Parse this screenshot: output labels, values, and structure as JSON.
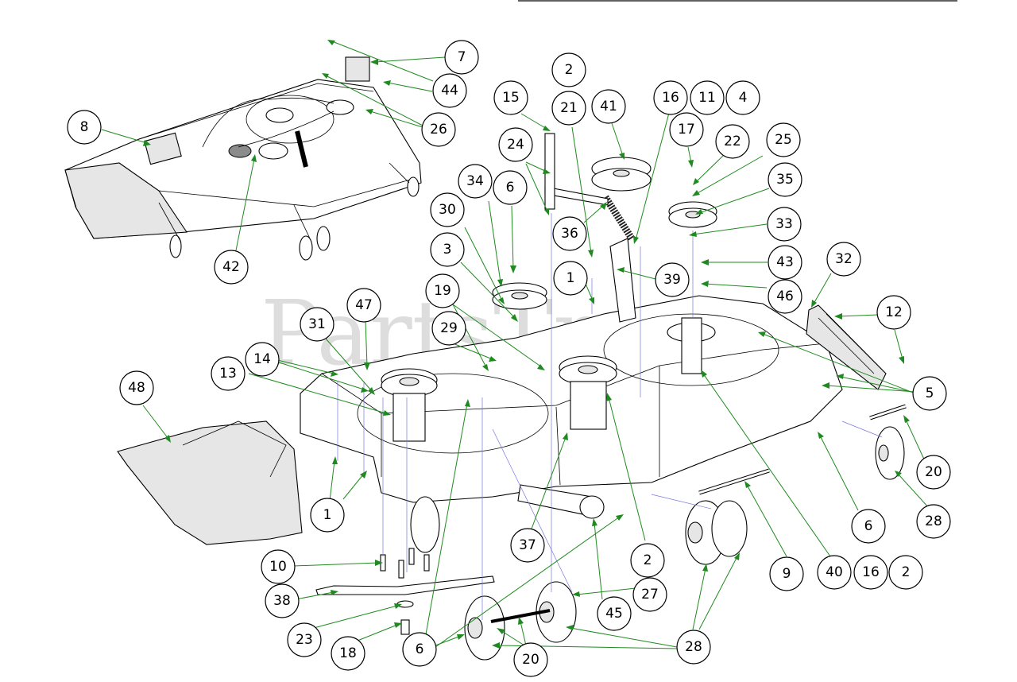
{
  "diagram": {
    "watermark": "PartsTree",
    "accent_color": "#1f8a1f",
    "callouts": [
      {
        "id": "c7",
        "label": "7"
      },
      {
        "id": "c44",
        "label": "44"
      },
      {
        "id": "c26",
        "label": "26"
      },
      {
        "id": "c8",
        "label": "8"
      },
      {
        "id": "c42",
        "label": "42"
      },
      {
        "id": "c2a",
        "label": "2"
      },
      {
        "id": "c15",
        "label": "15"
      },
      {
        "id": "c21",
        "label": "21"
      },
      {
        "id": "c41",
        "label": "41"
      },
      {
        "id": "c16a",
        "label": "16"
      },
      {
        "id": "c11",
        "label": "11"
      },
      {
        "id": "c4",
        "label": "4"
      },
      {
        "id": "c17",
        "label": "17"
      },
      {
        "id": "c22",
        "label": "22"
      },
      {
        "id": "c25",
        "label": "25"
      },
      {
        "id": "c24",
        "label": "24"
      },
      {
        "id": "c6a",
        "label": "6"
      },
      {
        "id": "c34",
        "label": "34"
      },
      {
        "id": "c35",
        "label": "35"
      },
      {
        "id": "c30",
        "label": "30"
      },
      {
        "id": "c36",
        "label": "36"
      },
      {
        "id": "c33",
        "label": "33"
      },
      {
        "id": "c3",
        "label": "3"
      },
      {
        "id": "c1a",
        "label": "1"
      },
      {
        "id": "c39",
        "label": "39"
      },
      {
        "id": "c43",
        "label": "43"
      },
      {
        "id": "c32",
        "label": "32"
      },
      {
        "id": "c46",
        "label": "46"
      },
      {
        "id": "c19",
        "label": "19"
      },
      {
        "id": "c47",
        "label": "47"
      },
      {
        "id": "c12",
        "label": "12"
      },
      {
        "id": "c31",
        "label": "31"
      },
      {
        "id": "c29",
        "label": "29"
      },
      {
        "id": "c14",
        "label": "14"
      },
      {
        "id": "c13",
        "label": "13"
      },
      {
        "id": "c48",
        "label": "48"
      },
      {
        "id": "c5",
        "label": "5"
      },
      {
        "id": "c20a",
        "label": "20"
      },
      {
        "id": "c28a",
        "label": "28"
      },
      {
        "id": "c1b",
        "label": "1"
      },
      {
        "id": "c6b",
        "label": "6"
      },
      {
        "id": "c37",
        "label": "37"
      },
      {
        "id": "c10",
        "label": "10"
      },
      {
        "id": "c2b",
        "label": "2"
      },
      {
        "id": "c9",
        "label": "9"
      },
      {
        "id": "c40",
        "label": "40"
      },
      {
        "id": "c16b",
        "label": "16"
      },
      {
        "id": "c2c",
        "label": "2"
      },
      {
        "id": "c38",
        "label": "38"
      },
      {
        "id": "c45",
        "label": "45"
      },
      {
        "id": "c27",
        "label": "27"
      },
      {
        "id": "c23",
        "label": "23"
      },
      {
        "id": "c18",
        "label": "18"
      },
      {
        "id": "c6c",
        "label": "6"
      },
      {
        "id": "c20b",
        "label": "20"
      },
      {
        "id": "c28b",
        "label": "28"
      }
    ]
  }
}
